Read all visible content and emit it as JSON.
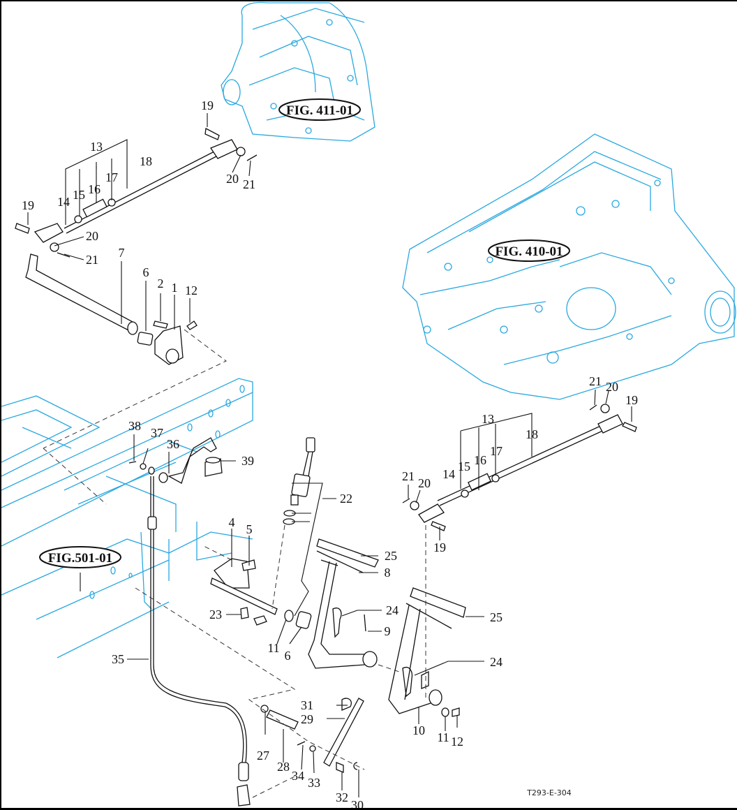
{
  "diagram": {
    "type": "exploded-parts-diagram",
    "drawing_code": "T293-E-304",
    "figure_refs": [
      {
        "id": "fig-411",
        "label": "FIG. 411-01"
      },
      {
        "id": "fig-410",
        "label": "FIG. 410-01"
      },
      {
        "id": "fig-501",
        "label": "FIG.501-01"
      }
    ],
    "callouts": {
      "c1": "1",
      "c2": "2",
      "c4": "4",
      "c5": "5",
      "c6a": "6",
      "c6b": "6",
      "c7": "7",
      "c8": "8",
      "c9": "9",
      "c10": "10",
      "c11a": "11",
      "c11b": "11",
      "c12a": "12",
      "c12b": "12",
      "c13a": "13",
      "c14a": "14",
      "c15a": "15",
      "c16a": "16",
      "c17a": "17",
      "c18a": "18",
      "c19a": "19",
      "c19b": "19",
      "c20a": "20",
      "c20b": "20",
      "c21a": "21",
      "c21b": "21",
      "c13b": "13",
      "c14b": "14",
      "c15b": "15",
      "c16b": "16",
      "c17b": "17",
      "c18b": "18",
      "c19c": "19",
      "c19d": "19",
      "c20c": "20",
      "c20d": "20",
      "c21c": "21",
      "c21d": "21",
      "c22": "22",
      "c23": "23",
      "c24a": "24",
      "c24b": "24",
      "c25a": "25",
      "c25b": "25",
      "c27": "27",
      "c28": "28",
      "c29": "29",
      "c30": "30",
      "c31": "31",
      "c32": "32",
      "c33": "33",
      "c34": "34",
      "c35": "35",
      "c36": "36",
      "c37": "37",
      "c38": "38",
      "c39": "39"
    }
  }
}
